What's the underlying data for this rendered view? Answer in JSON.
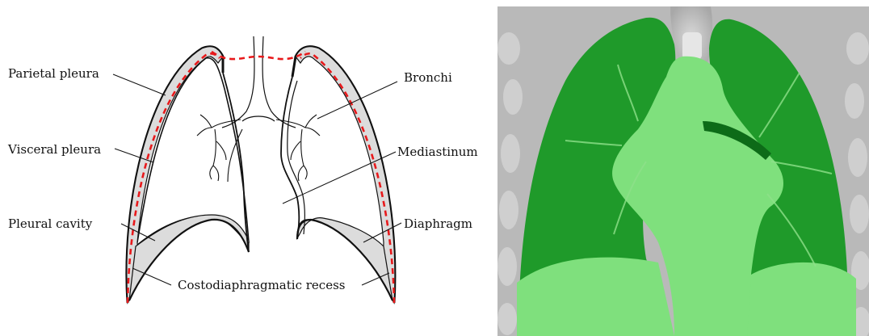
{
  "labels": {
    "parietal_pleura": "Parietal pleura",
    "visceral_pleura": "Visceral pleura",
    "pleural_cavity": "Pleural cavity",
    "bronchi": "Bronchi",
    "mediastinum": "Mediastinum",
    "diaphragm": "Diaphragm",
    "recess": "Costodiaphragmatic recess"
  },
  "colors": {
    "outline": "#111111",
    "pleural_fill": "#dcdcdc",
    "dashed": "#e8191b",
    "ct_background": "#b9b9b9",
    "lung_green": "#1f9a2a",
    "light_green": "#7fe07d"
  }
}
